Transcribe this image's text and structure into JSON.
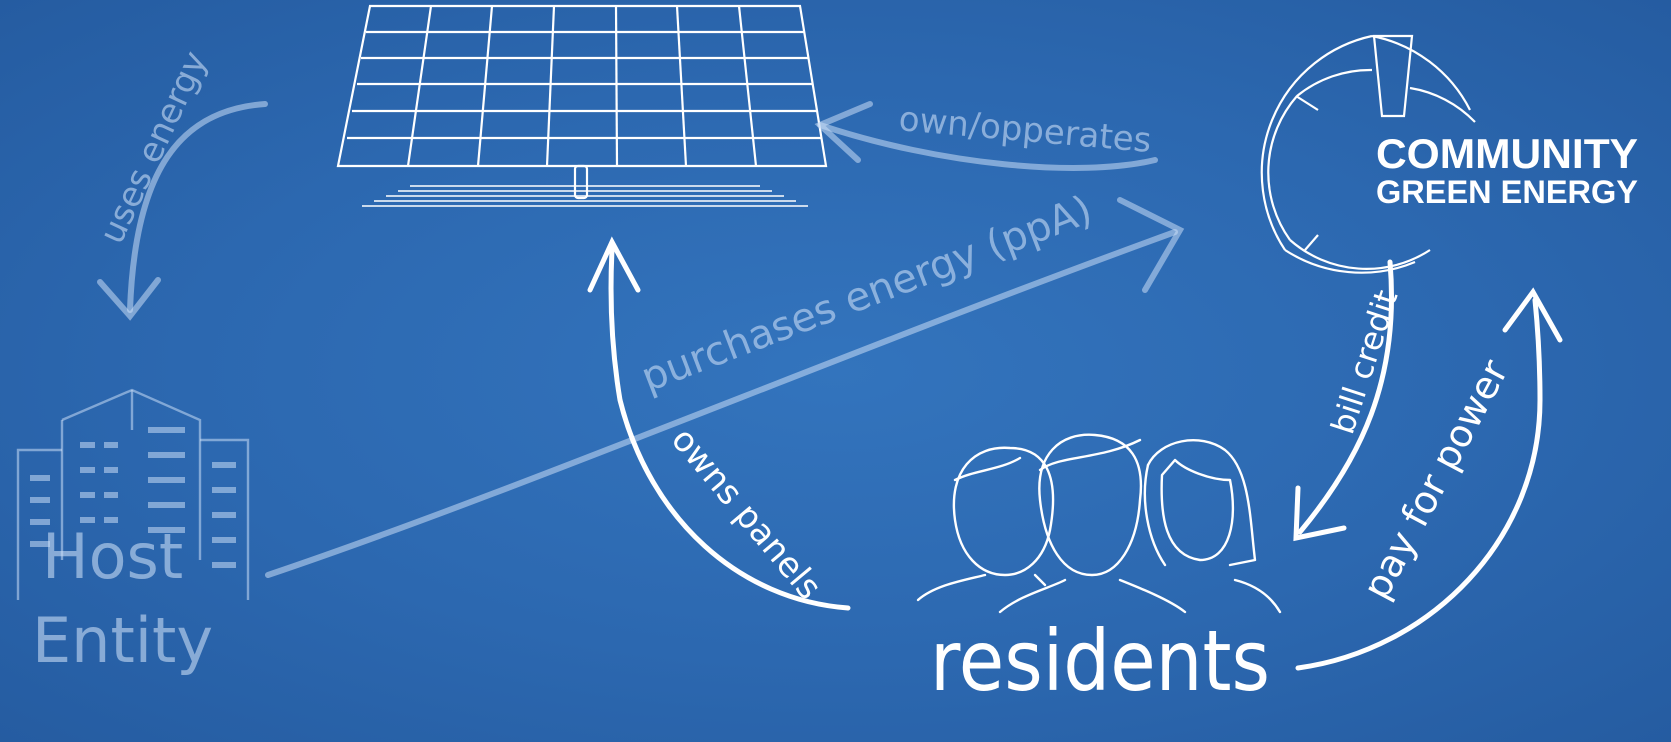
{
  "nodes": {
    "host_entity": {
      "line1": "Host",
      "line2": "Entity"
    },
    "residents": {
      "label": "residents"
    },
    "community_green_energy": {
      "line1": "COMMUNITY",
      "line2": "GREEN ENERGY"
    }
  },
  "edges": {
    "uses_energy": "uses energy",
    "own_operates": "own/opperates",
    "purchases_energy": "purchases energy (ppA)",
    "owns_panels": "owns panels",
    "bill_credit": "bill credit",
    "pay_for_power": "pay for power"
  },
  "colors": {
    "background": "#2c68b0",
    "line_white": "#ffffff",
    "line_faint": "#a9c3e6"
  }
}
